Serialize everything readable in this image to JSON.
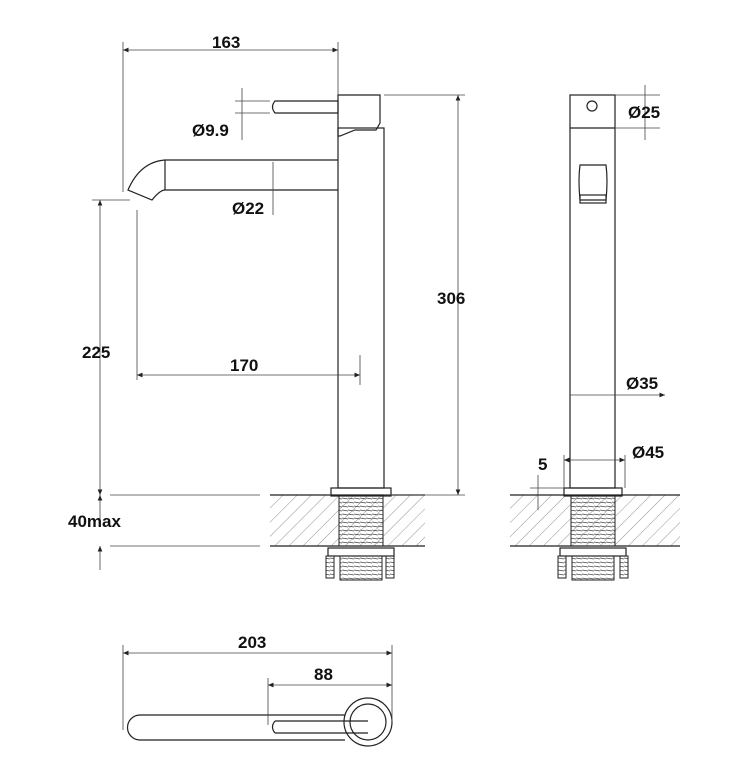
{
  "title": "Tall basin mixer technical drawing",
  "front_view": {
    "width_163": "163",
    "lever_dia": "Ø9.9",
    "spout_dia": "Ø22",
    "height_306": "306",
    "spout_height_225": "225",
    "reach_170": "170",
    "counter_max": "40max"
  },
  "side_view": {
    "head_dia": "Ø25",
    "body_dia": "Ø35",
    "base_dia": "Ø45",
    "base_height": "5"
  },
  "top_view": {
    "length_203": "203",
    "offset_88": "88"
  }
}
